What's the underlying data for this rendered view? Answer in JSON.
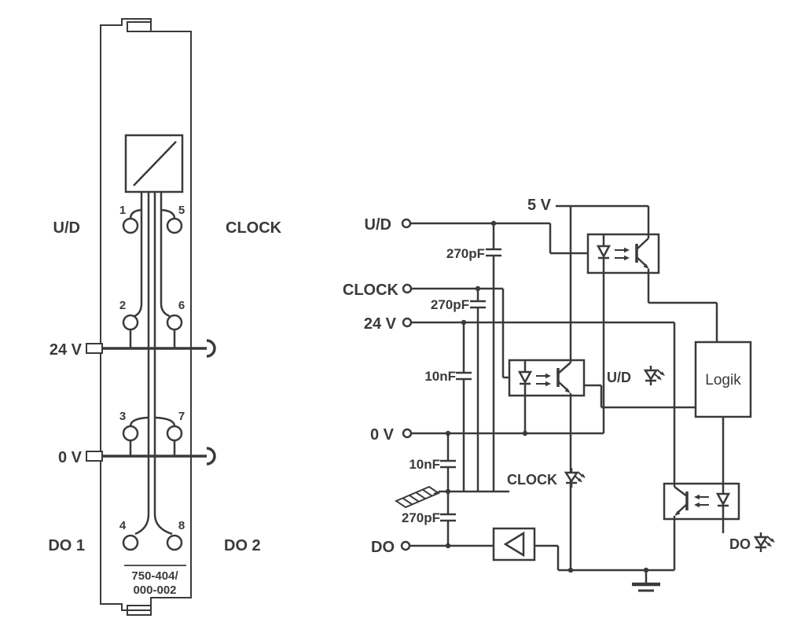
{
  "colors": {
    "ink": "#3a3a3a",
    "background": "#ffffff"
  },
  "module": {
    "part_number": {
      "line1": "750-404/",
      "line2": "000-002"
    },
    "labels": {
      "ud": "U/D",
      "clock": "CLOCK",
      "v24": "24 V",
      "v0": "0 V",
      "do1": "DO 1",
      "do2": "DO 2"
    },
    "terminals": [
      "1",
      "2",
      "3",
      "4",
      "5",
      "6",
      "7",
      "8"
    ]
  },
  "schematic": {
    "rail": "5 V",
    "inputs": {
      "ud": "U/D",
      "clock": "CLOCK",
      "v24": "24 V",
      "v0": "0 V",
      "do": "DO"
    },
    "capacitors": {
      "c1": "270pF",
      "c2": "270pF",
      "c3": "10nF",
      "c4": "10nF",
      "c5": "270pF"
    },
    "logic": "Logik",
    "indicators": {
      "ud": "U/D",
      "clock": "CLOCK",
      "do": "DO"
    }
  }
}
